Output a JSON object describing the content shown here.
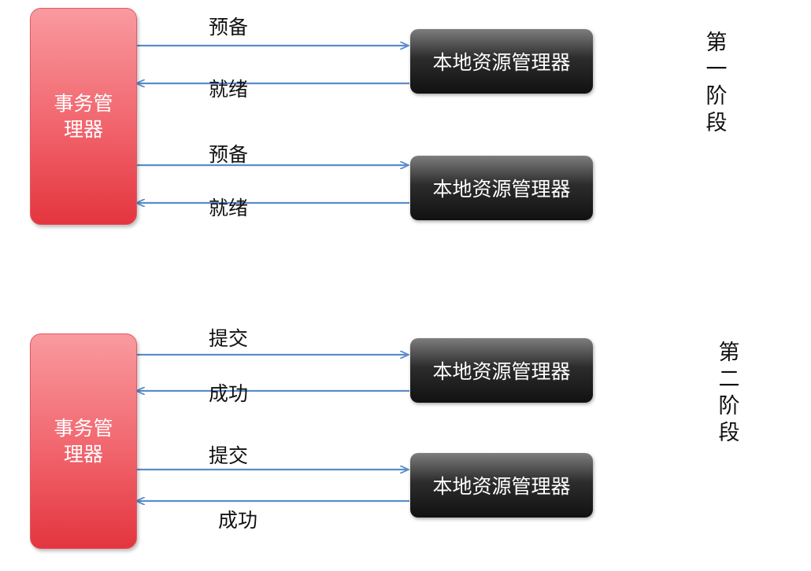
{
  "transaction_manager_label": "事务管理器",
  "resource_manager_label": "本地资源管理器",
  "phase1": {
    "label": "第一阶段",
    "messages": {
      "prepare_1": "预备",
      "ready_1": "就绪",
      "prepare_2": "预备",
      "ready_2": "就绪"
    }
  },
  "phase2": {
    "label": "第二阶段",
    "messages": {
      "commit_1": "提交",
      "success_1": "成功",
      "commit_2": "提交",
      "success_2": "成功"
    }
  },
  "colors": {
    "transaction_manager": "#f1646c",
    "resource_manager": "#1e1e1e",
    "arrow": "#5b8ccc"
  }
}
